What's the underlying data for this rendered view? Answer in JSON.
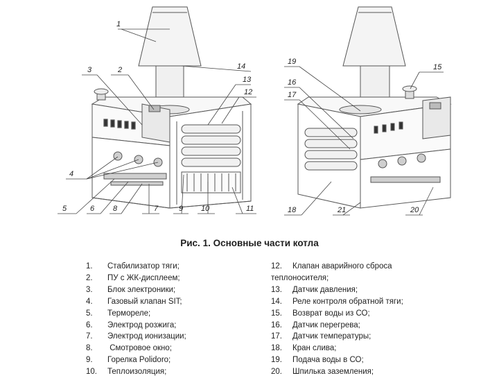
{
  "figure": {
    "caption": "Рис. 1. Основные части котла",
    "callouts_left_unit": [
      "1",
      "2",
      "3",
      "4",
      "5",
      "6",
      "7",
      "8",
      "9",
      "10",
      "11",
      "12",
      "13",
      "14"
    ],
    "callouts_right_unit": [
      "15",
      "16",
      "17",
      "18",
      "19",
      "20",
      "21"
    ]
  },
  "legend": {
    "left": [
      {
        "num": "1.",
        "text": "Стабилизатор тяги;"
      },
      {
        "num": "2.",
        "text": "ПУ с ЖК-дисплеем;"
      },
      {
        "num": "3.",
        "text": "Блок электроники;"
      },
      {
        "num": "4.",
        "text": "Газовый клапан SIT;"
      },
      {
        "num": "5.",
        "text": "Термореле;"
      },
      {
        "num": "6.",
        "text": "Электрод розжига;"
      },
      {
        "num": "7.",
        "text": "Электрод ионизации;"
      },
      {
        "num": "8.",
        "text": " Смотровое окно;"
      },
      {
        "num": "9.",
        "text": "Горелка Polidoro;"
      },
      {
        "num": "10.",
        "text": "Теплоизоляция;"
      }
    ],
    "right": [
      {
        "num": "12.",
        "text": "Клапан аварийного сброса"
      },
      {
        "num": "",
        "text": "теплоносителя;"
      },
      {
        "num": "13.",
        "text": "Датчик давления;"
      },
      {
        "num": "14.",
        "text": "Реле контроля обратной тяги;"
      },
      {
        "num": "15.",
        "text": "Возврат воды из СО;"
      },
      {
        "num": "16.",
        "text": "Датчик перегрева;"
      },
      {
        "num": "17.",
        "text": "Датчик температуры;"
      },
      {
        "num": "18.",
        "text": "Кран слива;"
      },
      {
        "num": "19.",
        "text": "Подача воды в СО;"
      },
      {
        "num": "20.",
        "text": "Шпилька заземления;"
      }
    ]
  }
}
